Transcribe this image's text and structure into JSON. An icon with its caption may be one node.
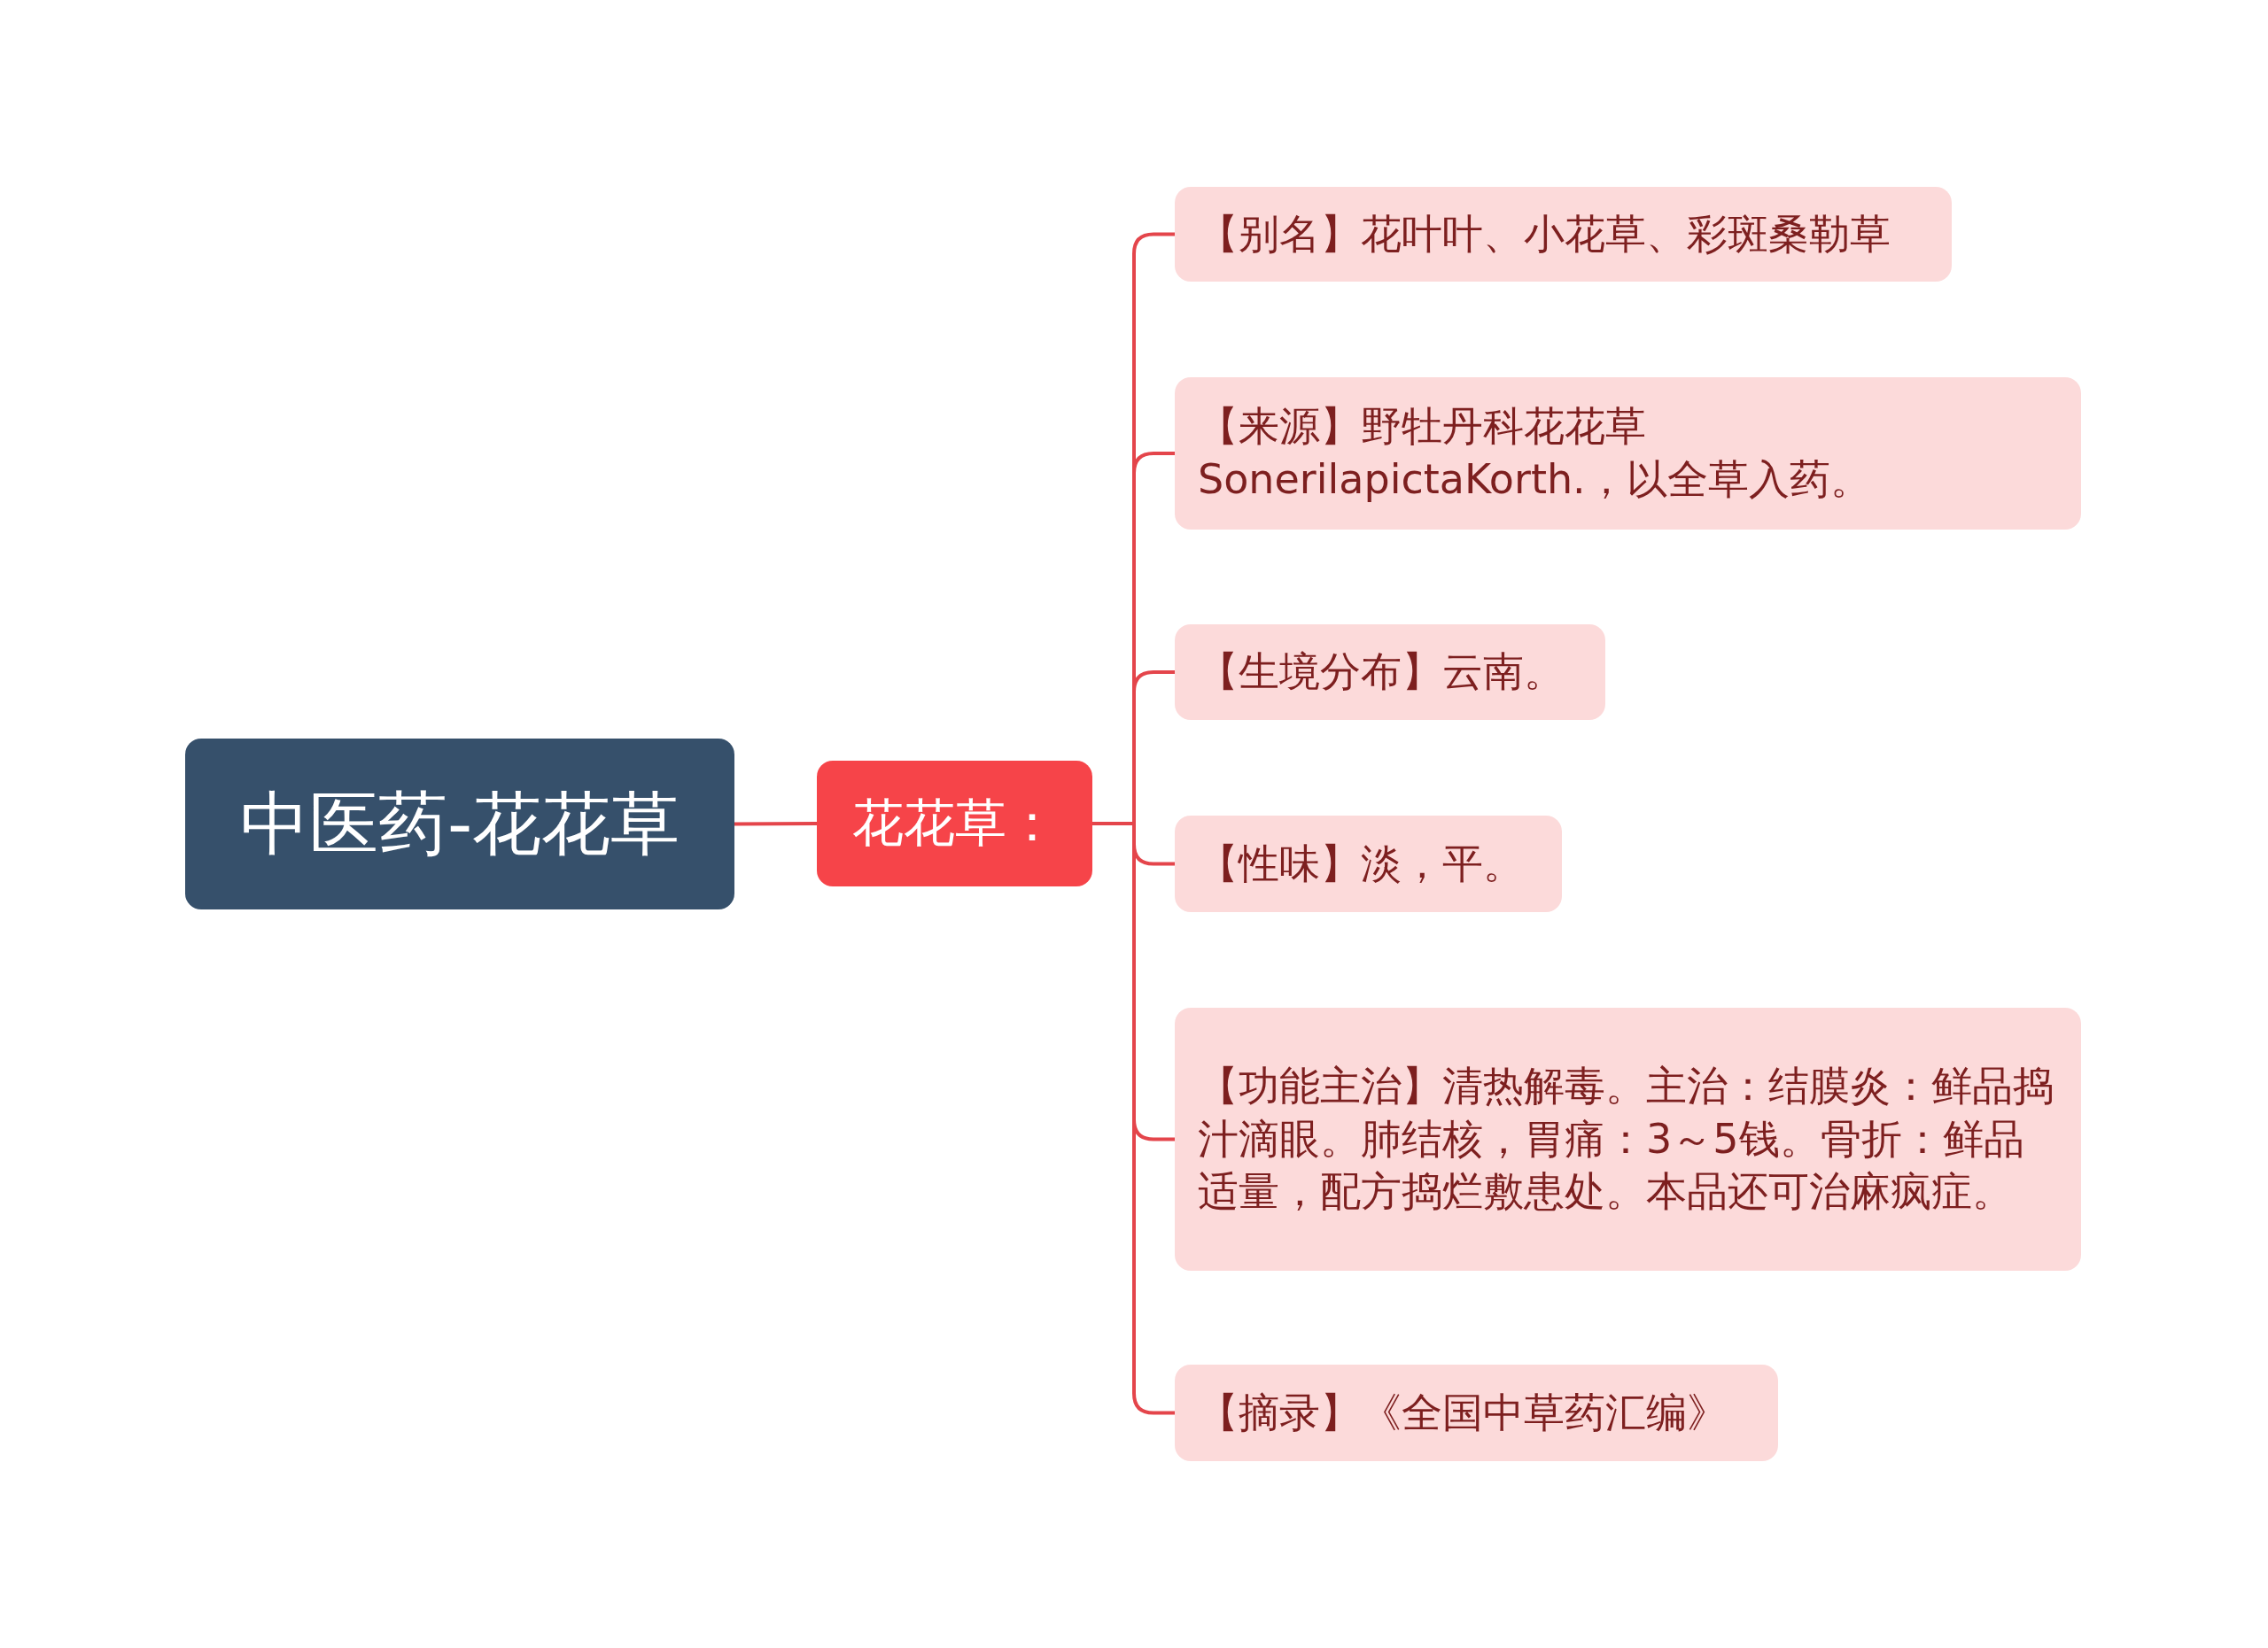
{
  "diagram": {
    "nodes": [
      {
        "text": [
          "中医药-花花草"
        ]
      },
      {
        "text": [
          "花花草："
        ]
      },
      {
        "text": [
          "【别名】花叶叶、小花草、彩斑桑勒草"
        ]
      },
      {
        "text": [
          "【来源】野牡丹科花花草SonerilapictaKorth.，以全草入药。"
        ]
      },
      {
        "text": [
          "【生境分布】云南。"
        ]
      },
      {
        "text": [
          "【性味】淡，平。"
        ]
      },
      {
        "text": [
          "【功能主治】清热解毒。主治：结膜炎：鲜品捣汁滴眼。肺结核，胃痛：3～5钱。骨折：鲜品适量，配方捣烂敷患处。本品还可治麻疯症。"
        ]
      },
      {
        "text": [
          "【摘录】《全国中草药汇编》"
        ]
      }
    ],
    "edges": [
      {
        "from": 0,
        "to": 1,
        "arrow": "none"
      },
      {
        "from": 1,
        "to": 2,
        "arrow": "none"
      },
      {
        "from": 1,
        "to": 3,
        "arrow": "none"
      },
      {
        "from": 1,
        "to": 4,
        "arrow": "none"
      },
      {
        "from": 1,
        "to": 5,
        "arrow": "none"
      },
      {
        "from": 1,
        "to": 6,
        "arrow": "none"
      },
      {
        "from": 1,
        "to": 7,
        "arrow": "none"
      }
    ]
  }
}
